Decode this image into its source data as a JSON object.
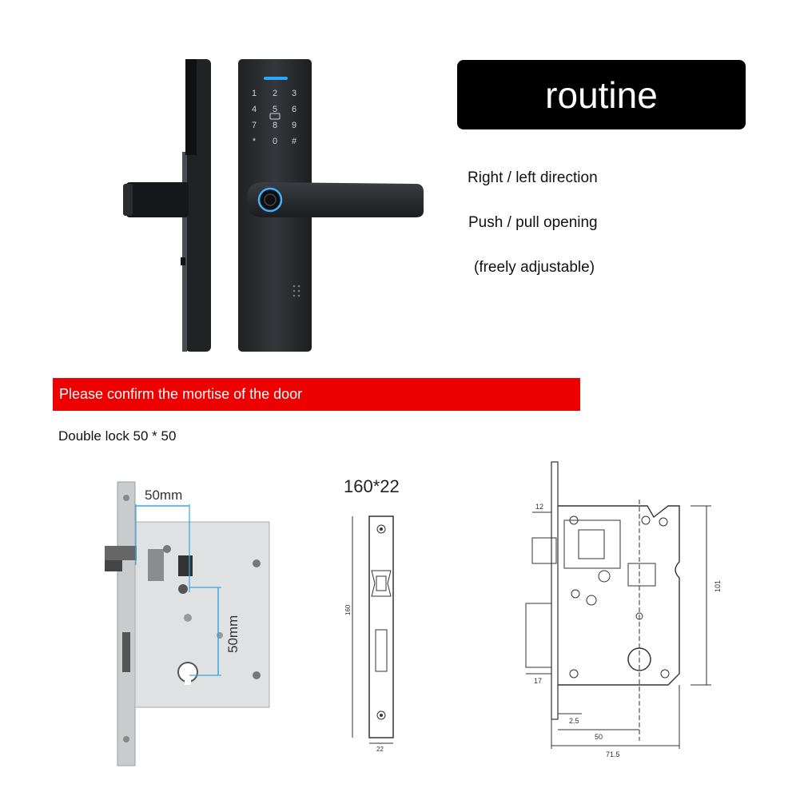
{
  "header": {
    "routine_label": "routine"
  },
  "features": [
    "Right / left direction",
    "Push / pull opening",
    "(freely adjustable)"
  ],
  "mortise_banner": "Please confirm the mortise of the door",
  "double_lock": "Double lock 50 * 50",
  "keypad": {
    "keys": [
      "1",
      "2",
      "3",
      "4",
      "5",
      "6",
      "7",
      "8",
      "9",
      "*",
      "0",
      "#"
    ]
  },
  "lock_photo": {
    "horizontal_dim": "50mm",
    "vertical_dim": "50mm"
  },
  "faceplate": {
    "size_label": "160*22",
    "height_label": "160",
    "width_label": "22"
  },
  "drawing": {
    "dim_top": "12",
    "dim_height": "101",
    "dim_left": "17",
    "dim_small": "2.5",
    "dim_backset": "50",
    "dim_total": "71.5"
  },
  "colors": {
    "banner_black": "#000000",
    "banner_red": "#ee0000",
    "dimension_blue": "#3aa7e0",
    "lock_body": "#2a2d30",
    "steel": "#d9dbdd"
  }
}
